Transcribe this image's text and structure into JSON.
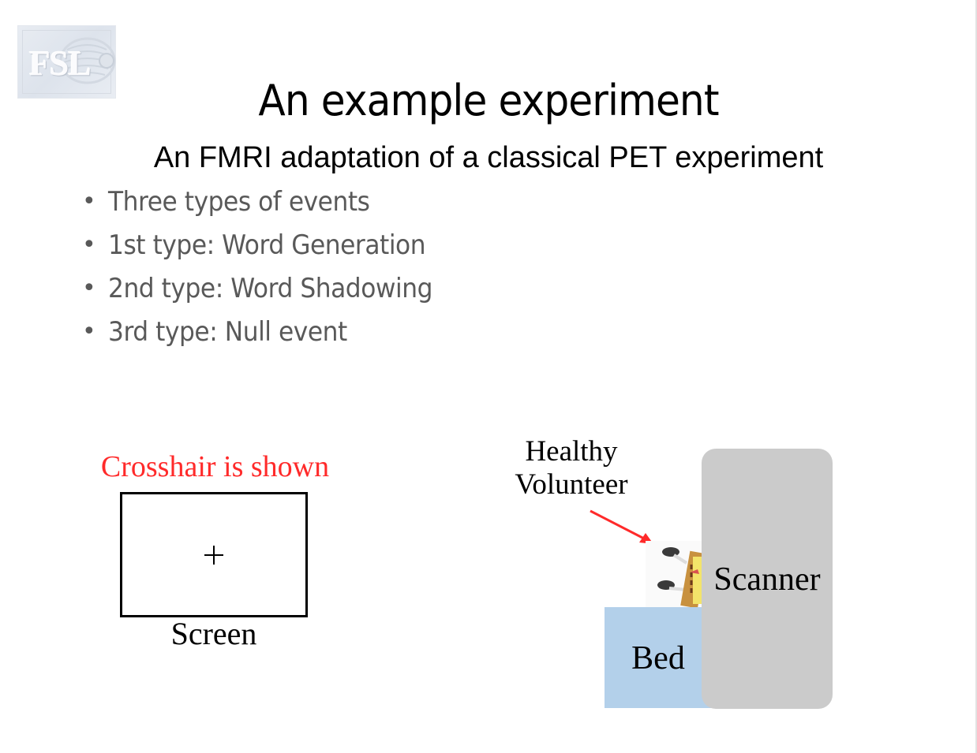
{
  "logo": {
    "text": "FSL"
  },
  "slide": {
    "title": "An example experiment",
    "subtitle": "An FMRI adaptation of a classical PET experiment",
    "bullets": [
      "Three types of events",
      "1st type: Word Generation",
      "2nd type: Word Shadowing",
      "3rd type: Null event"
    ],
    "bullet_glyph": "•"
  },
  "diagram": {
    "crosshair_label": "Crosshair is shown",
    "screen_label": "Screen",
    "volunteer_label_line1": "Healthy",
    "volunteer_label_line2": "Volunteer",
    "bed_label": "Bed",
    "scanner_label": "Scanner",
    "colors": {
      "crosshair_label": "#ff2a2a",
      "arrow": "#ff2a2a",
      "bed": "#b3d0ea",
      "scanner": "#cbcbcb",
      "bullet_text": "#595959"
    }
  }
}
